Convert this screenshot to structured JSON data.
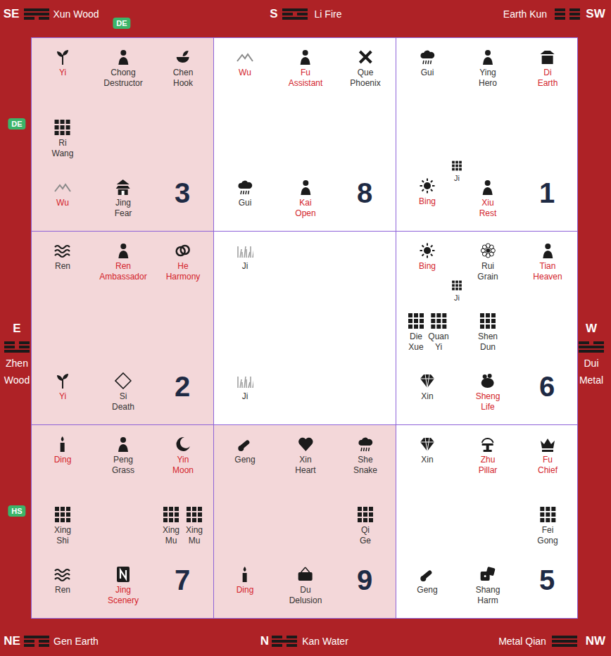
{
  "diagram": {
    "nodes": [
      {
        "text": [
          "Yi",
          "Chong Destructor",
          "Chen Hook",
          "Ri Wang",
          "Wu",
          "Jing Fear",
          "3"
        ]
      },
      {
        "text": [
          "Wu",
          "Fu Assistant",
          "Que Phoenix",
          "Gui",
          "Kai Open",
          "8"
        ]
      },
      {
        "text": [
          "Gui",
          "Ying Hero",
          "Di Earth",
          "Ji",
          "Bing",
          "Xiu Rest",
          "1"
        ]
      },
      {
        "text": [
          "Ren",
          "Ren Ambassador",
          "He Harmony",
          "Yi",
          "Si Death",
          "2"
        ]
      },
      {
        "text": [
          "Ji",
          "Ji"
        ]
      },
      {
        "text": [
          "Bing",
          "Rui Grain",
          "Tian Heaven",
          "Ji",
          "Die Xue",
          "Quan Yi",
          "Shen Dun",
          "Xin",
          "Sheng Life",
          "6"
        ]
      },
      {
        "text": [
          "Ding",
          "Peng Grass",
          "Yin Moon",
          "Xing Shi",
          "Xing Mu",
          "Xing Mu",
          "Ren",
          "Jing Scenery",
          "7"
        ]
      },
      {
        "text": [
          "Geng",
          "Xin Heart",
          "She Snake",
          "Qi Ge",
          "Ding",
          "Du Delusion",
          "9"
        ]
      },
      {
        "text": [
          "Xin",
          "Zhu Pillar",
          "Fu Chief",
          "Fei Gong",
          "Geng",
          "Shang Harm",
          "5"
        ]
      }
    ],
    "labels": [
      "SE",
      "Xun Wood",
      "S",
      "Li Fire",
      "Earth Kun",
      "SW",
      "DE",
      "DE",
      "E",
      "Zhen Wood",
      "W",
      "Dui Metal",
      "HS",
      "NE",
      "Gen Earth",
      "N",
      "Kan Water",
      "Metal Qian",
      "NW"
    ]
  }
}
